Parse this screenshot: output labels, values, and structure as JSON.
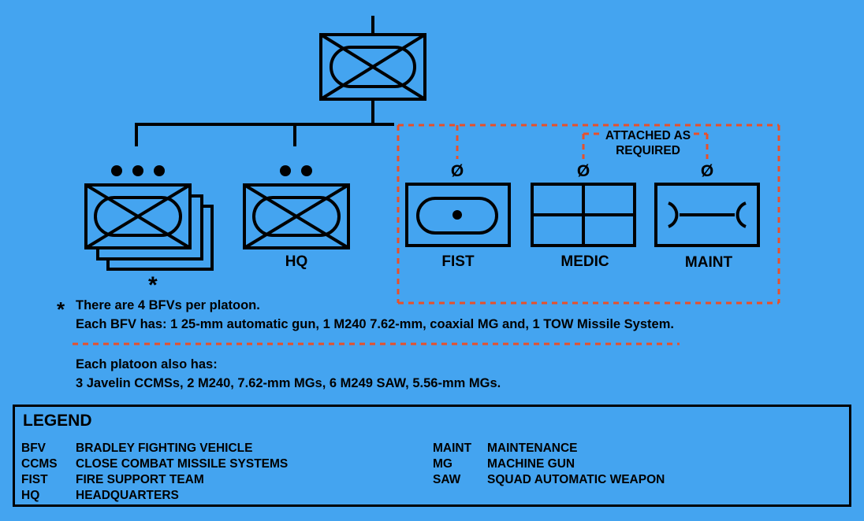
{
  "units": {
    "company": {
      "icon": "mechanized-infantry-company-icon"
    },
    "platoons": {
      "label": "",
      "echelon": "platoon",
      "icon": "mechanized-infantry-platoon-icon",
      "count_note": "*"
    },
    "hq": {
      "label": "HQ",
      "echelon": "section",
      "icon": "mechanized-infantry-section-icon"
    },
    "fist": {
      "label": "FIST",
      "icon": "fire-support-team-icon",
      "mark": "Ø"
    },
    "medic": {
      "label": "MEDIC",
      "icon": "medical-icon",
      "mark": "Ø"
    },
    "maint": {
      "label": "MAINT",
      "icon": "maintenance-icon",
      "mark": "Ø"
    }
  },
  "attached": {
    "line1": "ATTACHED AS",
    "line2": "REQUIRED"
  },
  "notes": {
    "asterisk": "*",
    "line1": "There are 4 BFVs per platoon.",
    "line2": "Each BFV has: 1 25-mm automatic gun, 1 M240 7.62-mm, coaxial MG and, 1 TOW Missile System.",
    "line3": "Each platoon also has:",
    "line4": "3 Javelin CCMSs, 2 M240, 7.62-mm MGs, 6 M249 SAW, 5.56-mm MGs."
  },
  "legend": {
    "title": "LEGEND",
    "left": [
      {
        "abbr": "BFV",
        "desc": "BRADLEY FIGHTING VEHICLE"
      },
      {
        "abbr": "CCMS",
        "desc": "CLOSE COMBAT MISSILE SYSTEMS"
      },
      {
        "abbr": "FIST",
        "desc": "FIRE SUPPORT TEAM"
      },
      {
        "abbr": "HQ",
        "desc": "HEADQUARTERS"
      }
    ],
    "right": [
      {
        "abbr": "MAINT",
        "desc": "MAINTENANCE"
      },
      {
        "abbr": "MG",
        "desc": "MACHINE GUN"
      },
      {
        "abbr": "SAW",
        "desc": "SQUAD AUTOMATIC WEAPON"
      }
    ]
  },
  "colors": {
    "background": "#44A4F0",
    "dashed_line": "#E8502A",
    "ink": "#000000"
  }
}
